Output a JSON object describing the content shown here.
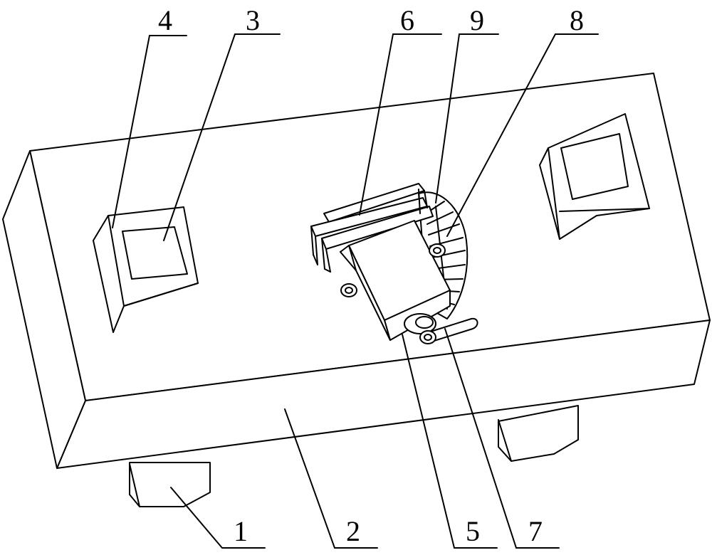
{
  "figure": {
    "background": "#ffffff",
    "stroke_color": "#000000"
  },
  "labels": [
    {
      "id": "callout-1",
      "text": "1"
    },
    {
      "id": "callout-2",
      "text": "2"
    },
    {
      "id": "callout-3",
      "text": "3"
    },
    {
      "id": "callout-4",
      "text": "4"
    },
    {
      "id": "callout-5",
      "text": "5"
    },
    {
      "id": "callout-6",
      "text": "6"
    },
    {
      "id": "callout-7",
      "text": "7"
    },
    {
      "id": "callout-8",
      "text": "8"
    },
    {
      "id": "callout-9",
      "text": "9"
    }
  ]
}
